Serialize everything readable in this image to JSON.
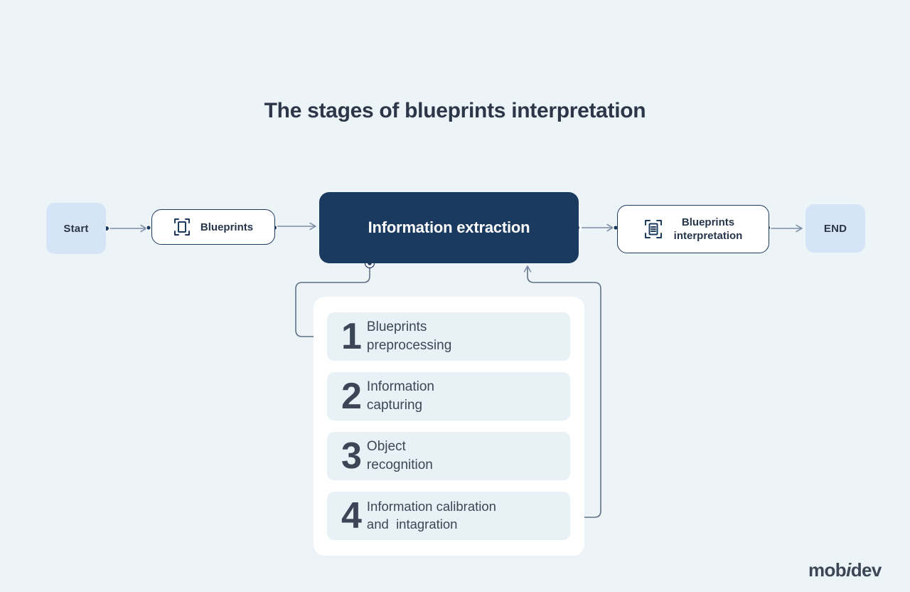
{
  "page": {
    "title": "The stages of blueprints interpretation",
    "background_color": "#edf4f7"
  },
  "colors": {
    "background": "#edf4f7",
    "terminal_fill": "#d6e4f7",
    "primary_dark": "#1b3a5f",
    "text_dark": "#2b3648",
    "step_card_fill": "#e8f1f5",
    "panel_fill": "#ffffff",
    "connector": "#7b8ba3",
    "node_dot": "#1b3a5f"
  },
  "flow": {
    "start": {
      "label": "Start"
    },
    "input_card": {
      "label": "Blueprints",
      "icon": "scan-frame-icon"
    },
    "process": {
      "label": "Information extraction"
    },
    "output_card": {
      "label": "Blueprints\ninterpretation",
      "line1": "Blueprints",
      "line2": "interpretation",
      "icon": "document-scan-icon"
    },
    "end": {
      "label": "END"
    }
  },
  "steps": {
    "items": [
      {
        "number": "1",
        "line1": "Blueprints",
        "line2": "preprocessing"
      },
      {
        "number": "2",
        "line1": "Information",
        "line2": "capturing"
      },
      {
        "number": "3",
        "line1": "Object",
        "line2": "recognition"
      },
      {
        "number": "4",
        "line1": "Information calibration",
        "line2": "and  intagration"
      }
    ]
  },
  "logo": {
    "part1": "mob",
    "italic": "i",
    "part2": "dev"
  }
}
